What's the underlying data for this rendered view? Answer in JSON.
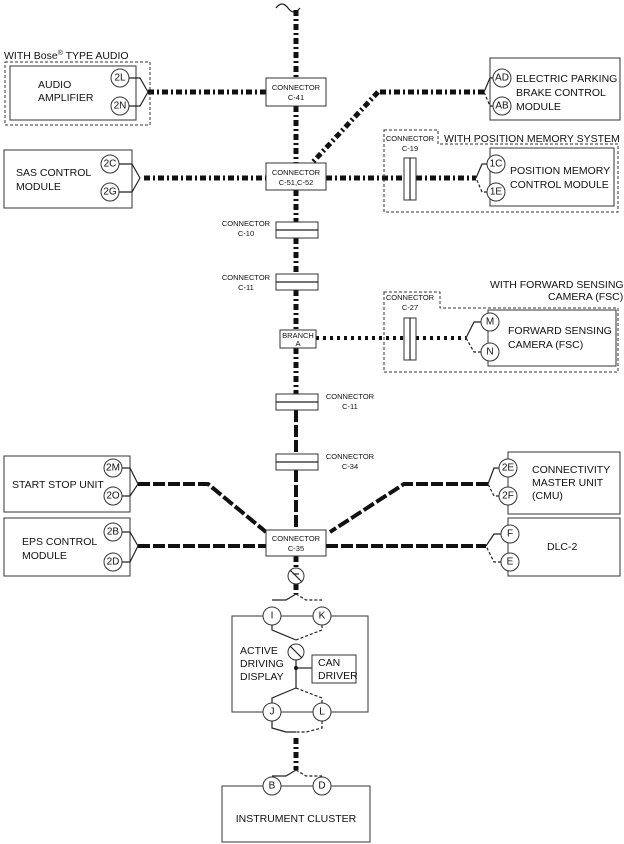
{
  "modules": {
    "audio_amplifier": [
      "AUDIO",
      "AMPLIFIER"
    ],
    "epb": [
      "ELECTRIC PARKING",
      "BRAKE CONTROL",
      "MODULE"
    ],
    "sas": [
      "SAS CONTROL",
      "MODULE"
    ],
    "position_memory": [
      "POSITION MEMORY",
      "CONTROL MODULE"
    ],
    "fsc": [
      "FORWARD SENSING",
      "CAMERA (FSC)"
    ],
    "start_stop": "START STOP UNIT",
    "cmu": [
      "CONNECTIVITY",
      "MASTER UNIT",
      "(CMU)"
    ],
    "eps": [
      "EPS CONTROL",
      "MODULE"
    ],
    "dlc": "DLC-2",
    "adas": [
      "ACTIVE",
      "DRIVING",
      "DISPLAY"
    ],
    "can_driver": [
      "CAN",
      "DRIVER"
    ],
    "cluster": "INSTRUMENT CLUSTER"
  },
  "options": {
    "bose": {
      "prefix": "WITH Bose",
      "mark": "®",
      "suffix": " TYPE AUDIO"
    },
    "position_memory": "WITH POSITION MEMORY SYSTEM",
    "fsc": [
      "WITH FORWARD SENSING",
      "CAMERA (FSC)"
    ]
  },
  "connectors": {
    "c41": [
      "CONNECTOR",
      "C-41"
    ],
    "c51": [
      "CONNECTOR",
      "C-51,C-52"
    ],
    "c10": [
      "CONNECTOR",
      "C-10"
    ],
    "c11_upper": [
      "CONNECTOR",
      "C-11"
    ],
    "branch": [
      "BRANCH",
      "A"
    ],
    "c11_lower": [
      "CONNECTOR",
      "C-11"
    ],
    "c34": [
      "CONNECTOR",
      "C-34"
    ],
    "c35": [
      "CONNECTOR",
      "C-35"
    ],
    "c19": [
      "CONNECTOR",
      "C-19"
    ],
    "c27": [
      "CONNECTOR",
      "C-27"
    ]
  },
  "pins": {
    "audio": [
      "2L",
      "2N"
    ],
    "epb": [
      "AD",
      "AB"
    ],
    "sas": [
      "2C",
      "2G"
    ],
    "position_memory": [
      "1C",
      "1E"
    ],
    "fsc": [
      "M",
      "N"
    ],
    "start_stop": [
      "2M",
      "2O"
    ],
    "cmu": [
      "2E",
      "2F"
    ],
    "eps": [
      "2B",
      "2D"
    ],
    "dlc": [
      "F",
      "E"
    ],
    "adas_top": [
      "I",
      "K"
    ],
    "adas_bottom": [
      "J",
      "L"
    ],
    "cluster": [
      "B",
      "D"
    ]
  }
}
